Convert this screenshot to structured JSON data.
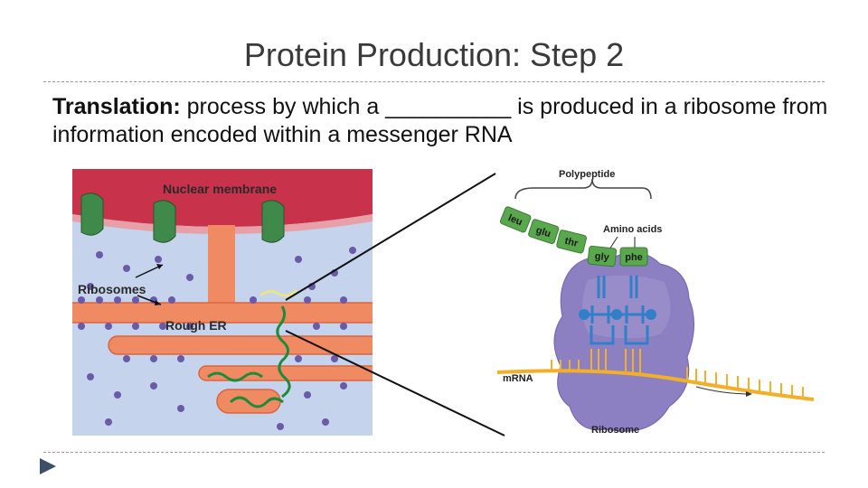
{
  "slide": {
    "title": "Protein Production: Step 2",
    "term": "Translation:",
    "definition": "process by which a __________ is produced in a ribosome from information encoded within a messenger RNA"
  },
  "left_figure": {
    "labels": {
      "nuclear_membrane": "Nuclear membrane",
      "ribosomes": "Ribosomes",
      "rough_er": "Rough ER"
    }
  },
  "right_figure": {
    "labels": {
      "polypeptide": "Polypeptide",
      "amino_acids": "Amino acids",
      "mrna": "mRNA",
      "ribosome": "Ribosome"
    },
    "amino_acid_chain": [
      "leu",
      "glu",
      "thr",
      "gly",
      "phe"
    ]
  },
  "colors": {
    "membrane": "#c8324a",
    "cytoplasm": "#c5d3ec",
    "er": "#f08a63",
    "ribosome_dot": "#6a5aa8",
    "polypeptide_strand": "#1e8a3a",
    "ribosome_body": "#8c7fc2",
    "trna": "#2f80c9",
    "mrna": "#f2b02a",
    "amino_acid": "#5aa84e"
  }
}
